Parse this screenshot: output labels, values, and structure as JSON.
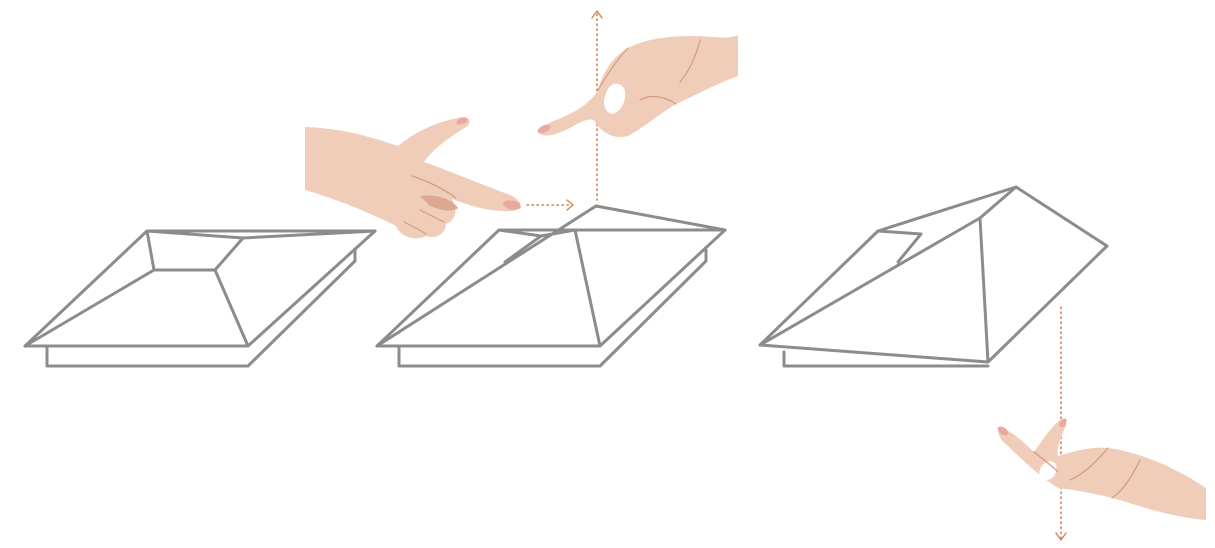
{
  "diagram": {
    "stages": [
      {
        "name": "hip-roof-start",
        "ridge": "flat-square-top"
      },
      {
        "name": "hip-roof-pinched",
        "ridge": "peak-pulled-up"
      },
      {
        "name": "hip-roof-result",
        "ridge": "peak-pulled-down-side"
      }
    ],
    "gestures": [
      {
        "icon": "pointing-hand-icon",
        "action": "point"
      },
      {
        "icon": "pinch-hand-up-icon",
        "action": "pinch-lift"
      },
      {
        "icon": "pinch-hand-down-icon",
        "action": "pinch-lower"
      }
    ],
    "colors": {
      "roof_stroke": "#8c8c8c",
      "guide_arrow": "#c8875a",
      "skin": "#f0cdb8",
      "skin_shadow": "#dca893",
      "nail": "#e9a9a0",
      "background": "#ffffff"
    }
  }
}
